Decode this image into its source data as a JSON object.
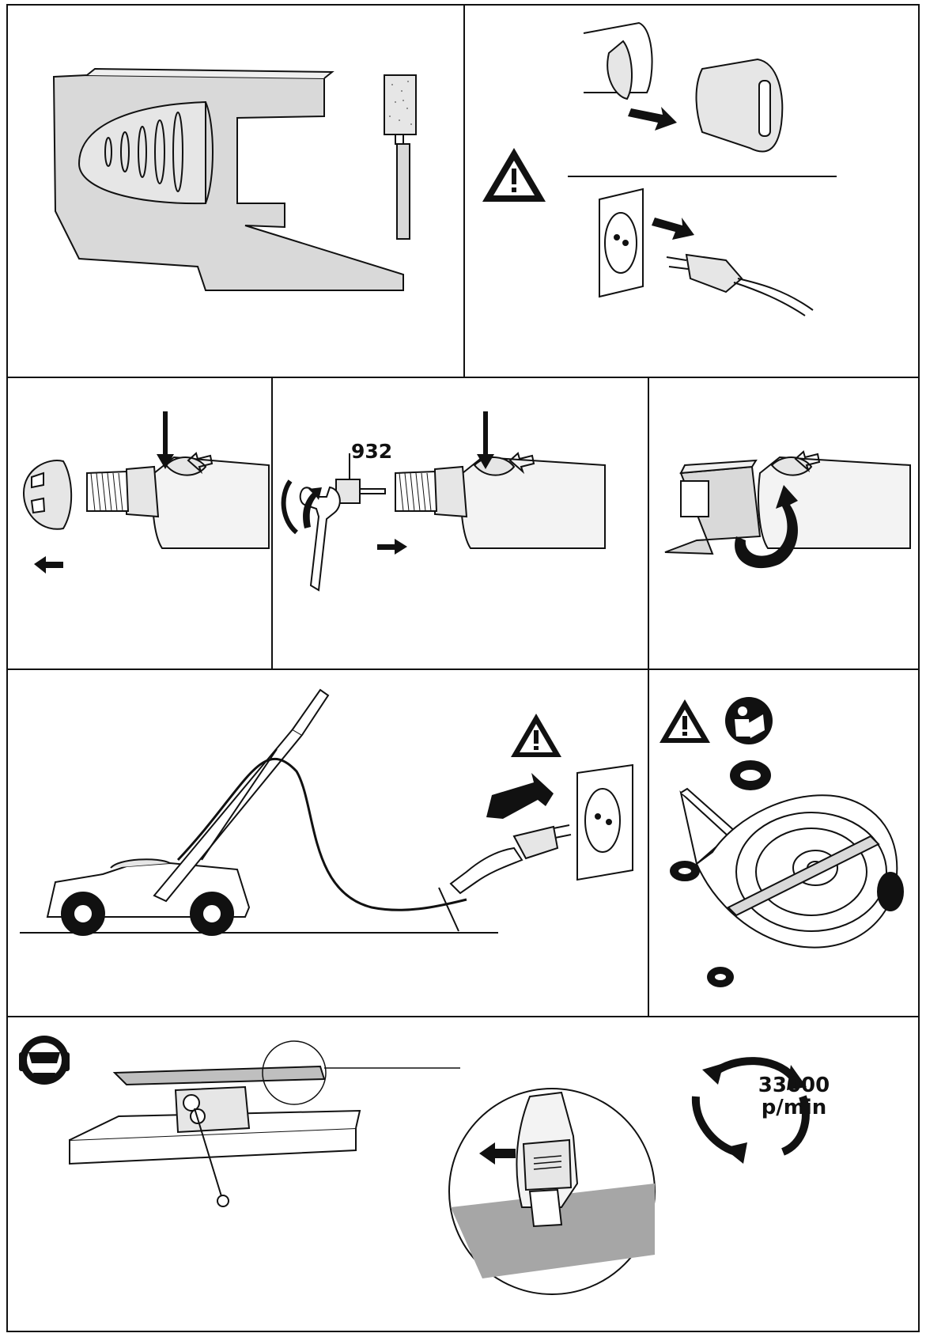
{
  "labels": {
    "part_number": "932",
    "speed_value": "33000",
    "speed_unit": "p/min"
  },
  "icons": [
    "warning-triangle-icon",
    "read-manual-icon",
    "protective-gear-icon",
    "rotation-arrows-icon"
  ],
  "colors": {
    "line": "#111111",
    "fill_grey": "#d9d9d9",
    "background": "#ffffff"
  }
}
